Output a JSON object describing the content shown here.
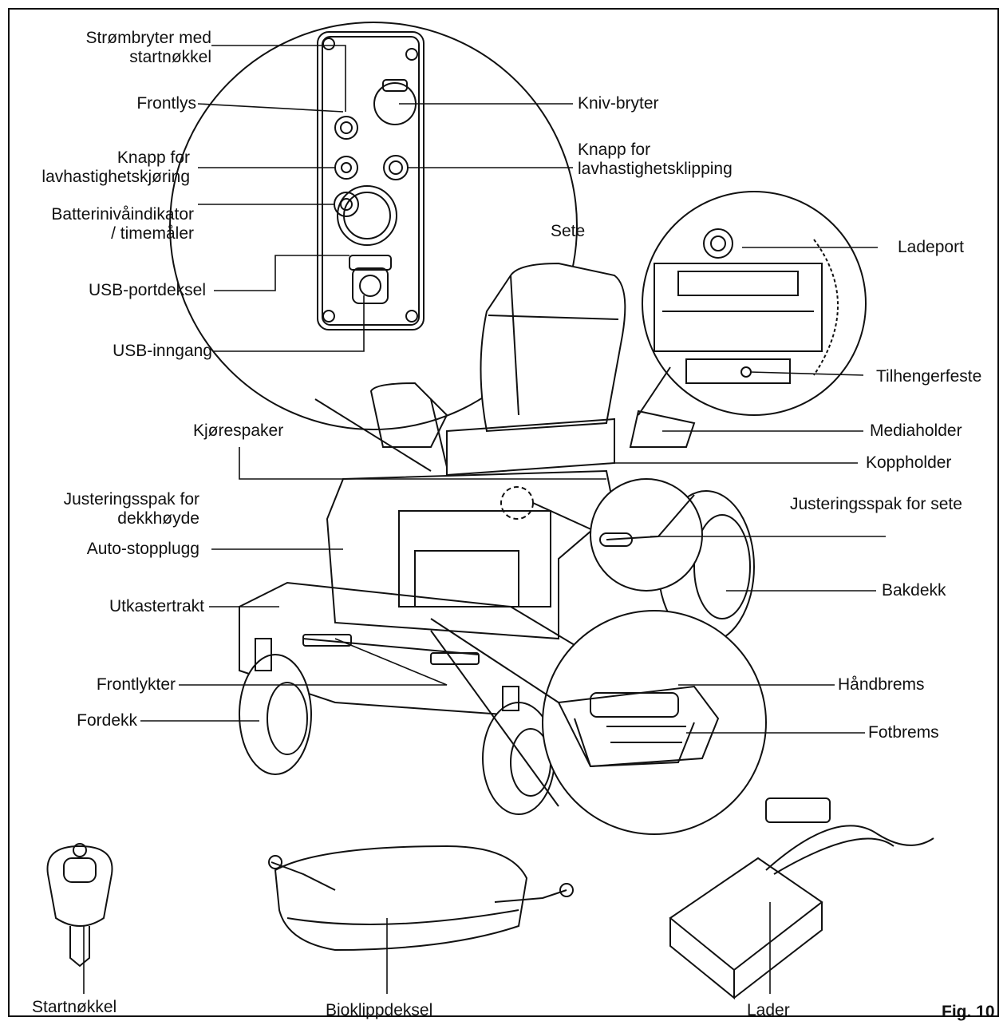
{
  "figure_label": "Fig. 10",
  "labels": {
    "power_switch": [
      "Strømbryter med",
      "startnøkkel"
    ],
    "frontlys": "Frontlys",
    "low_speed_drive": [
      "Knapp for",
      "lavhastighetskjøring"
    ],
    "battery": [
      "Batterinivåindikator",
      "/ timemåler"
    ],
    "usb_cover": "USB-portdeksel",
    "usb_input": "USB-inngang",
    "blade_switch": "Kniv-bryter",
    "low_speed_cut": [
      "Knapp for",
      "lavhastighetsklipping"
    ],
    "seat": "Sete",
    "charging_port": "Ladeport",
    "hitch": "Tilhengerfeste",
    "media_holder": "Mediaholder",
    "cup_holder": "Koppholder",
    "drive_levers": "Kjørespaker",
    "deck_height": [
      "Justeringsspak for",
      "dekkhøyde"
    ],
    "auto_stop": "Auto-stopplugg",
    "seat_adjust": "Justeringsspak for sete",
    "rear_tire": "Bakdekk",
    "chute": "Utkastertrakt",
    "front_lights": "Frontlykter",
    "parking_brake": "Håndbrems",
    "front_tire": "Fordekk",
    "foot_brake": "Fotbrems",
    "start_key": "Startnøkkel",
    "bioclip_cover": "Bioklippdeksel",
    "charger": "Lader"
  }
}
